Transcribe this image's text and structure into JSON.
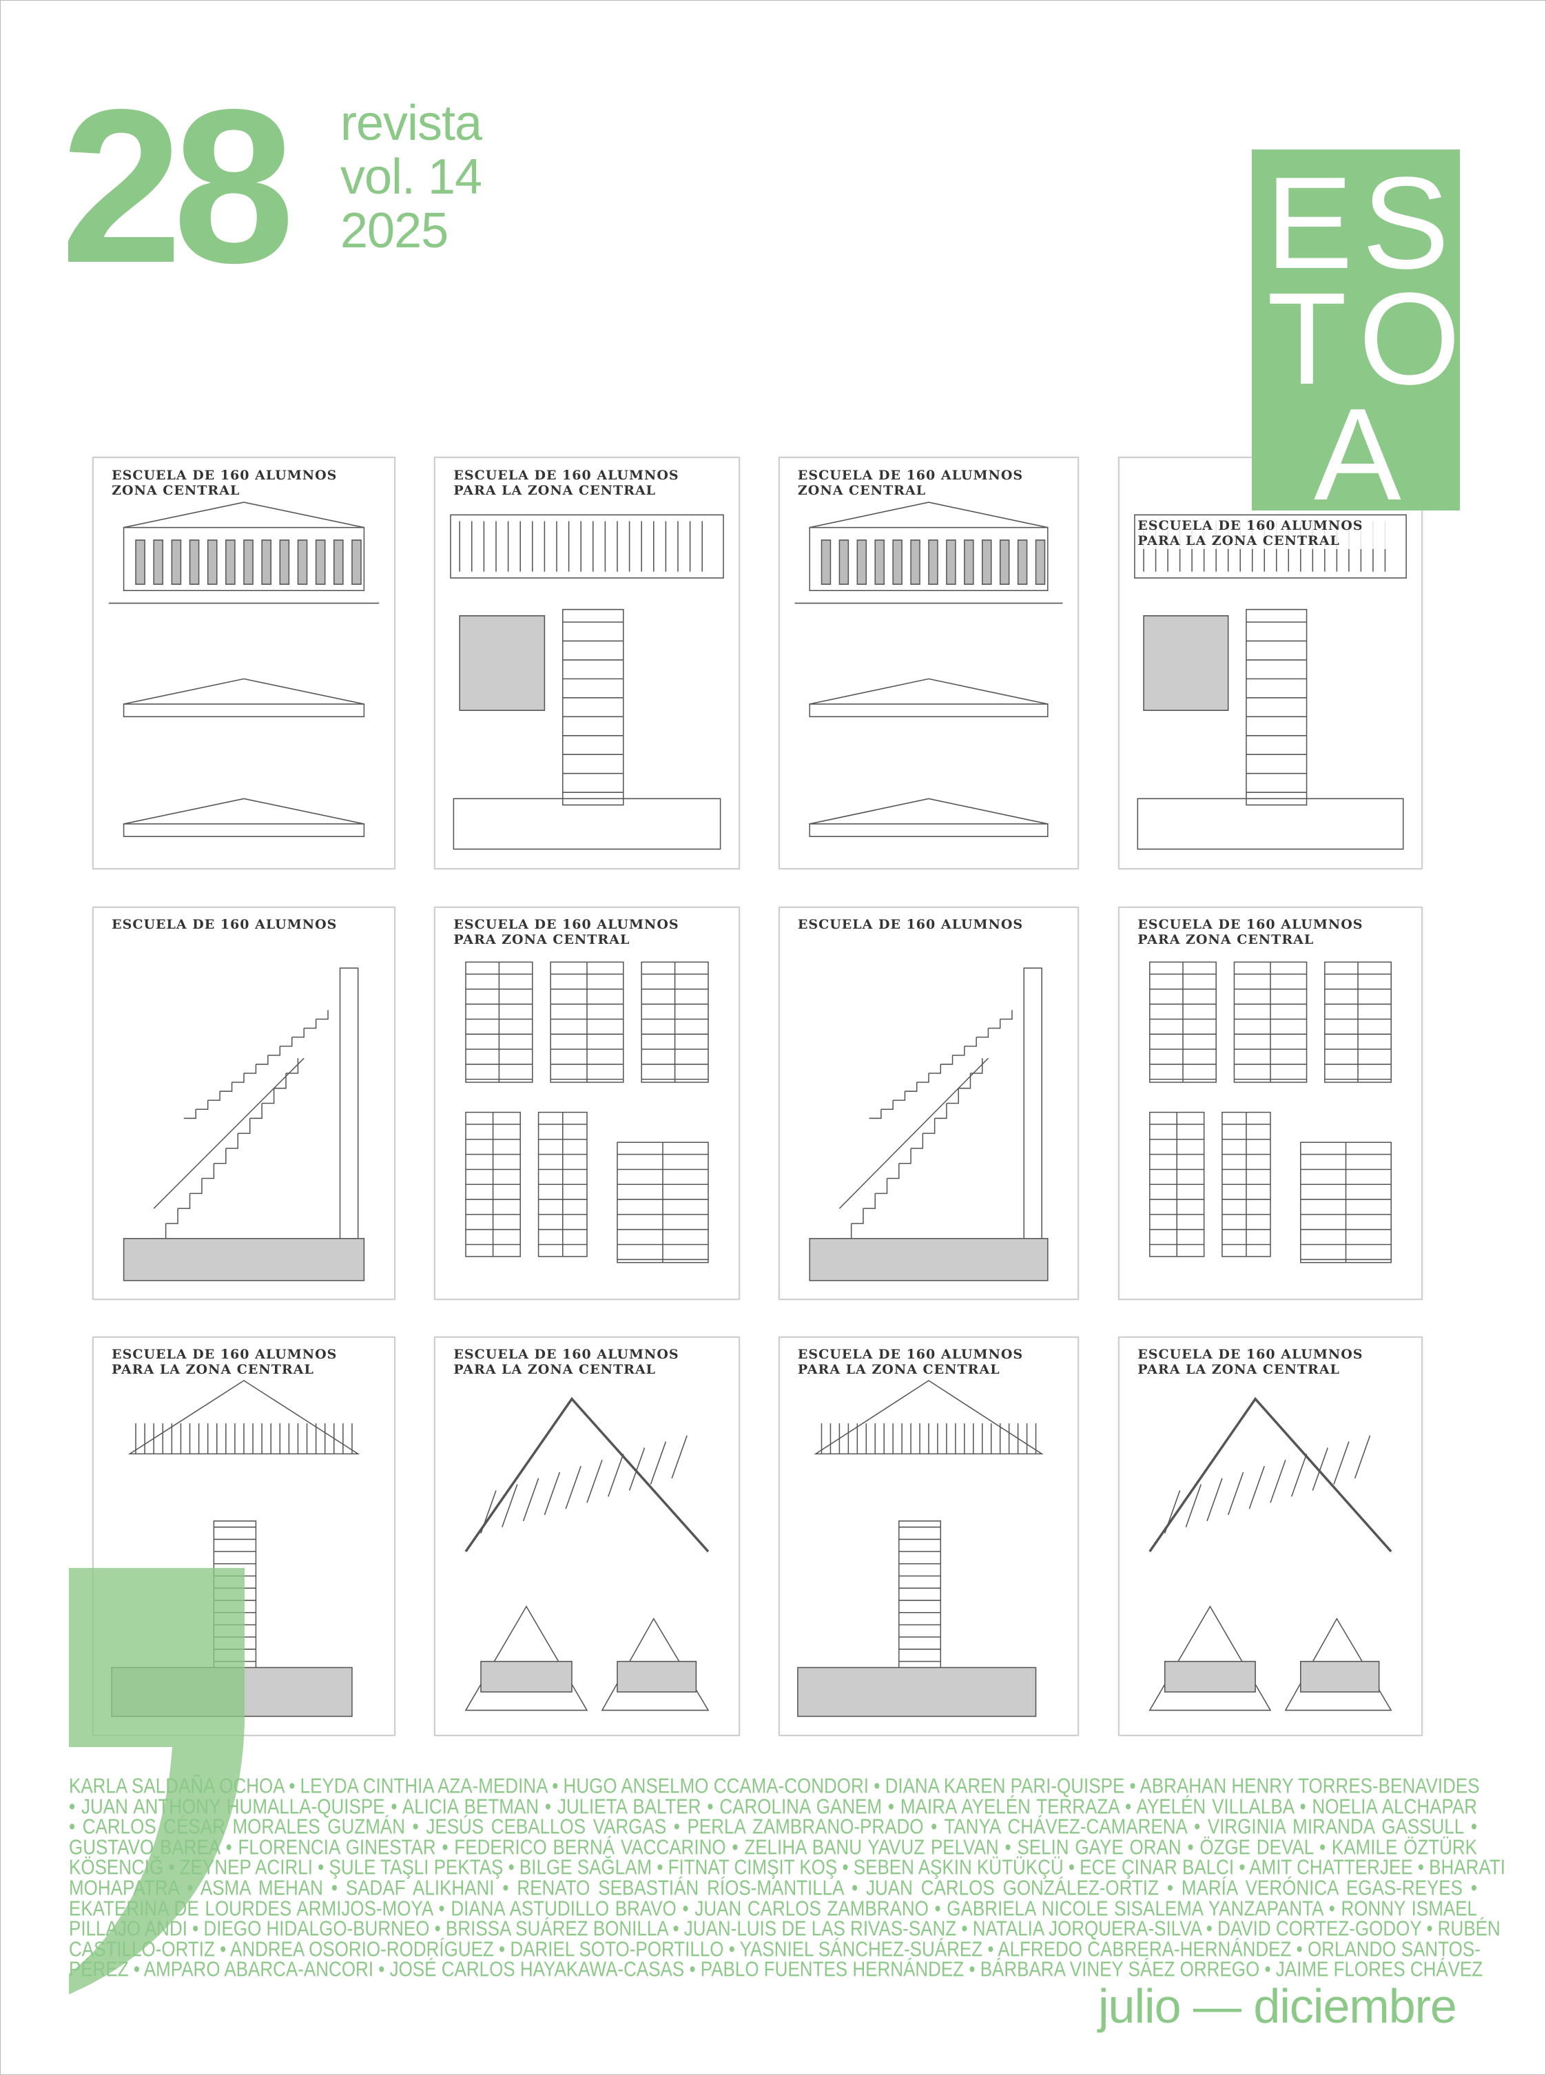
{
  "issue_number": "28",
  "journal_meta": {
    "line1": "revista",
    "line2": "vol. 14",
    "line3": "2025"
  },
  "logo": {
    "letters": [
      "E",
      "S",
      "T",
      "O",
      "A"
    ],
    "text": "ESTOA"
  },
  "colors": {
    "brand_green": "#8cc887",
    "logo_text": "#ffffff"
  },
  "plates": [
    {
      "title": "ESCUELA DE 160 ALUMNOS ZONA CENTRAL",
      "type": "facade"
    },
    {
      "title": "ESCUELA DE 160 ALUMNOS PARA LA ZONA CENTRAL",
      "type": "plan"
    },
    {
      "title": "ESCUELA DE 160 ALUMNOS ZONA CENTRAL",
      "type": "facade"
    },
    {
      "title": "ESCUELA DE 160 ALUMNOS PARA LA ZONA CENTRAL",
      "type": "plan"
    },
    {
      "title": "ESCUELA DE 160 ALUMNOS",
      "type": "stair"
    },
    {
      "title": "ESCUELA DE 160 ALUMNOS PARA ZONA CENTRAL",
      "type": "windows"
    },
    {
      "title": "ESCUELA DE 160 ALUMNOS",
      "type": "stair"
    },
    {
      "title": "ESCUELA DE 160 ALUMNOS PARA ZONA CENTRAL",
      "type": "windows"
    },
    {
      "title": "ESCUELA DE 160 ALUMNOS PARA LA ZONA CENTRAL",
      "type": "roof"
    },
    {
      "title": "ESCUELA DE 160 ALUMNOS PARA LA ZONA CENTRAL",
      "type": "truss"
    },
    {
      "title": "ESCUELA DE 160 ALUMNOS PARA LA ZONA CENTRAL",
      "type": "roof"
    },
    {
      "title": "ESCUELA DE 160 ALUMNOS PARA LA ZONA CENTRAL",
      "type": "truss"
    }
  ],
  "authors_lines": [
    "KARLA SALDAÑA OCHOA • LEYDA CINTHIA AZA-MEDINA • HUGO ANSELMO CCAMA-CONDORI • DIANA KAREN PARI-QUISPE • ABRAHAN HENRY TORRES-BENAVIDES",
    "• JUAN ANTHONY HUMALLA-QUISPE • ALICIA BETMAN • JULIETA BALTER • CAROLINA GANEM • MAIRA AYELÉN TERRAZA • AYELÉN VILLALBA • NOELIA ALCHAPAR",
    "• CARLOS CÉSAR MORALES GUZMÁN • JESÚS CEBALLOS VARGAS • PERLA ZAMBRANO-PRADO • TANYA CHÁVEZ-CAMARENA • VIRGINIA MIRANDA GASSULL •",
    "GUSTAVO BAREA • FLORENCIA GINESTAR • FEDERICO BERNÁ VACCARINO • ZELIHA BANU YAVUZ PELVAN • SELIN GAYE ORAN • ÖZGE DEVAL • KAMILE ÖZTÜRK",
    "KÖSENCIĞ • ZEYNEP ACIRLI • ŞULE TAŞLI PEKTAŞ • BILGE SAĞLAM • FITNAT CIMŞIT KOŞ • SEBEN AŞKIN KÜTÜKÇÜ • ECE ÇINAR BALCI • AMIT CHATTERJEE • BHARATI",
    "MOHAPATRA • ASMA MEHAN • SADAF ALIKHANI • RENATO SEBASTIÁN RÍOS-MANTILLA • JUAN CARLOS GONZÁLEZ-ORTIZ • MARÍA VERÓNICA EGAS-REYES •",
    "EKATERINA DE LOURDES ARMIJOS-MOYA • DIANA ASTUDILLO BRAVO • JUAN CARLOS ZAMBRANO • GABRIELA NICOLE SISALEMA YANZAPANTA • RONNY ISMAEL",
    "PILLAJO ANDI • DIEGO HIDALGO-BURNEO • BRISSA SUÁREZ BONILLA • JUAN-LUIS DE LAS RIVAS-SANZ • NATALIA JORQUERA-SILVA • DAVID CORTEZ-GODOY • RUBÉN",
    "CASTILLO-ORTIZ • ANDREA OSORIO-RODRÍGUEZ • DARIEL SOTO-PORTILLO • YASNIEL SÁNCHEZ-SUÁREZ • ALFREDO CABRERA-HERNÁNDEZ • ORLANDO SANTOS-",
    "PÉREZ • AMPARO ABARCA-ANCORI • JOSÉ CARLOS HAYAKAWA-CASAS • PABLO FUENTES HERNÁNDEZ • BÁRBARA VINEY SÁEZ ORREGO • JAIME FLORES CHÁVEZ"
  ],
  "period": "julio — diciembre"
}
